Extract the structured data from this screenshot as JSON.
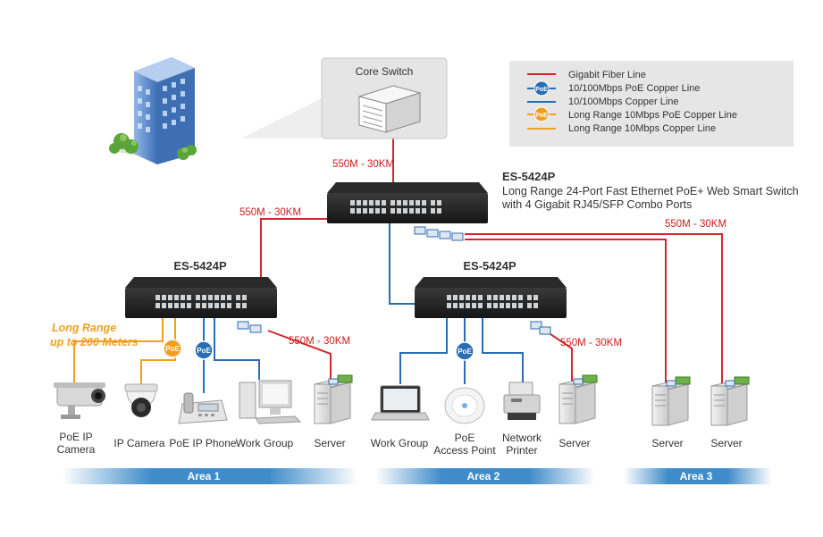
{
  "core_switch": {
    "label": "Core Switch"
  },
  "legend": {
    "items": [
      {
        "label": "Gigabit Fiber Line",
        "color": "#d7262b",
        "badge": ""
      },
      {
        "label": "10/100Mbps PoE Copper Line",
        "color": "#2a6db5",
        "badge": "PoE"
      },
      {
        "label": "10/100Mbps Copper Line",
        "color": "#2a6db5",
        "badge": ""
      },
      {
        "label": "Long Range 10Mbps PoE Copper Line",
        "color": "#f0a021",
        "badge": "PoE"
      },
      {
        "label": "Long Range 10Mbps Copper Line",
        "color": "#f0a021",
        "badge": ""
      }
    ]
  },
  "main_switch": {
    "model": "ES-5424P",
    "desc_line1": "Long Range 24-Port Fast Ethernet PoE+ Web Smart Switch",
    "desc_line2": "with 4 Gigabit RJ45/SFP Combo Ports"
  },
  "left_switch": {
    "model": "ES-5424P"
  },
  "mid_switch": {
    "model": "ES-5424P"
  },
  "distances": {
    "core_to_main": "550M - 30KM",
    "main_to_left": "550M - 30KM",
    "main_to_area3": "550M - 30KM",
    "left_to_server": "550M - 30KM",
    "mid_to_server": "550M - 30KM"
  },
  "long_range": {
    "line1": "Long Range",
    "line2": "up to 200 Meters"
  },
  "poe_badge": "PoE",
  "devices": {
    "poe_ip_camera": {
      "line1": "PoE IP",
      "line2": "Camera"
    },
    "ip_camera": "IP Camera",
    "poe_ip_phone": "PoE IP Phone",
    "work_group_1": "Work Group",
    "server_1": "Server",
    "work_group_2": "Work Group",
    "poe_ap": {
      "line1": "PoE",
      "line2": "Access Point"
    },
    "printer": {
      "line1": "Network",
      "line2": "Printer"
    },
    "server_2": "Server",
    "server_3": "Server",
    "server_4": "Server"
  },
  "areas": {
    "area1": "Area 1",
    "area2": "Area 2",
    "area3": "Area 3"
  },
  "colors": {
    "fiber": "#d7262b",
    "copper": "#2a6db5",
    "long_range": "#f0a021",
    "area_band": "#2a7fc4"
  }
}
